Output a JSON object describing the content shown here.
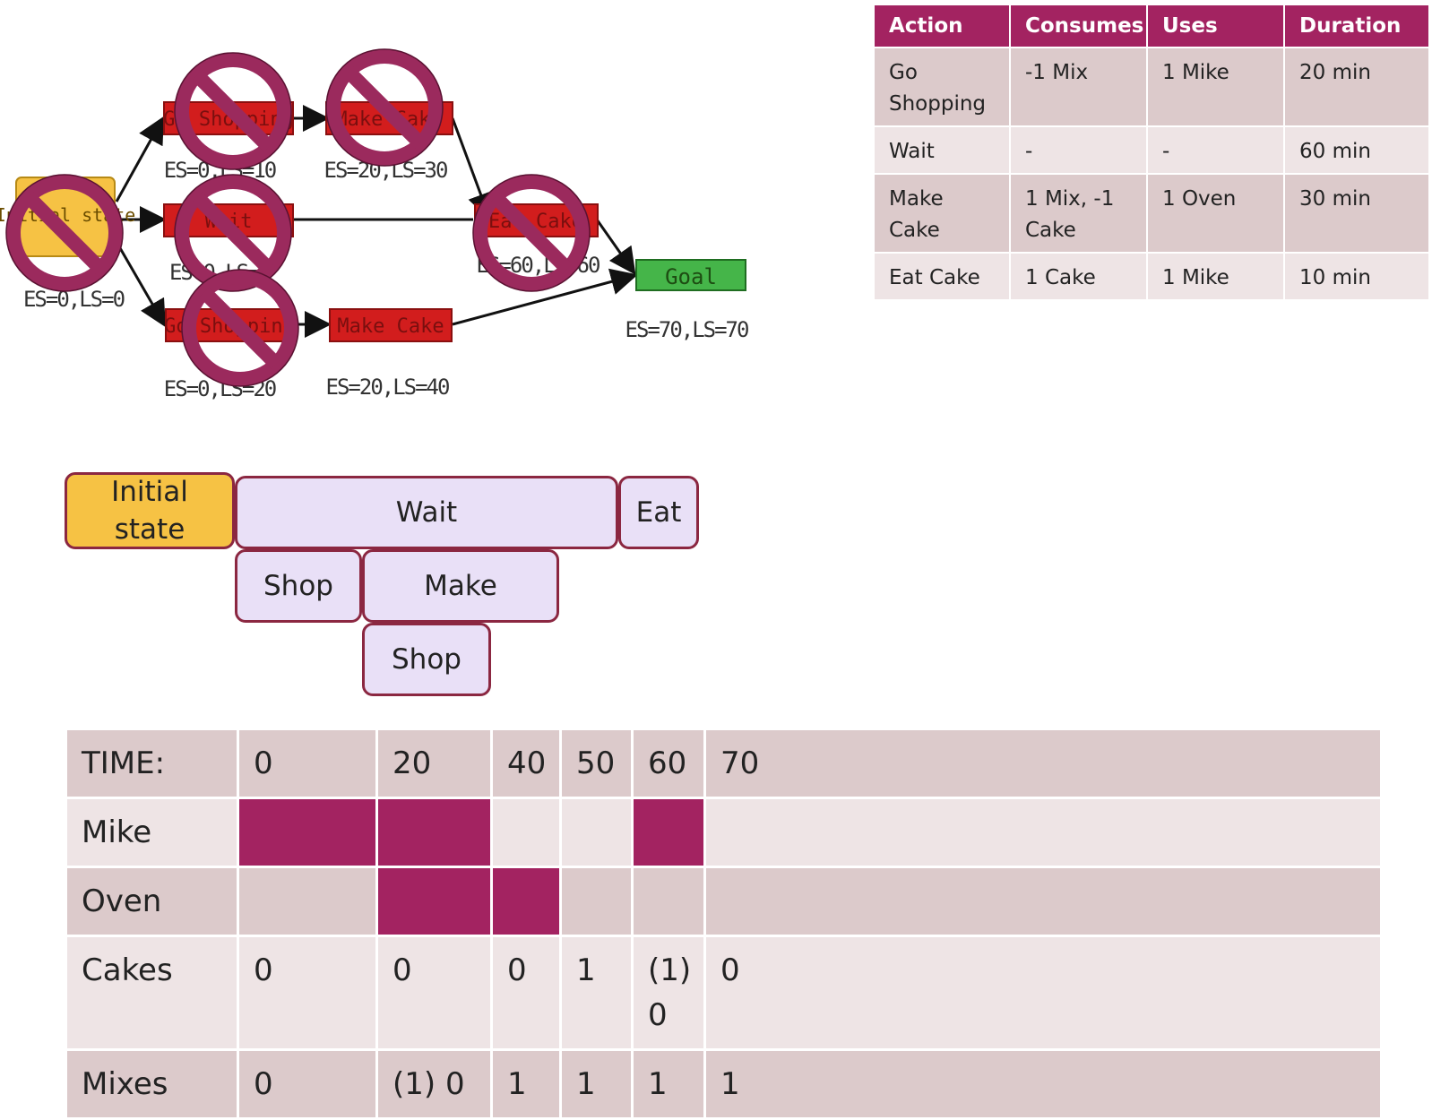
{
  "network": {
    "nodes": {
      "initial": "Initial state",
      "shop_top": "Go Shopping",
      "make_top": "Make Cake",
      "wait": "Wait",
      "eat": "Eat Cake",
      "shop_bottom": "Go Shopping",
      "make_bottom": "Make Cake",
      "goal": "Goal"
    },
    "labels": {
      "initial": "ES=0,LS=0",
      "shop_top": "ES=0,LS=10",
      "make_top": "ES=20,LS=30",
      "wait": "ES=0,LS=0",
      "eat": "ES=60,LS=60",
      "shop_bottom": "ES=0,LS=20",
      "make_bottom": "ES=20,LS=40",
      "goal": "ES=70,LS=70"
    },
    "colors": {
      "action": "#d21d1d",
      "goal": "#45b549",
      "initial": "#f6c244",
      "prohibit": "#9b2a5d"
    },
    "icons": [
      "prohibited-icon"
    ]
  },
  "action_table": {
    "headers": [
      "Action",
      "Consumes",
      "Uses",
      "Duration"
    ],
    "rows": [
      [
        "Go Shopping",
        "-1 Mix",
        "1 Mike",
        "20 min"
      ],
      [
        "Wait",
        "-",
        "-",
        "60 min"
      ],
      [
        "Make Cake",
        "1 Mix, -1 Cake",
        "1 Oven",
        "30 min"
      ],
      [
        "Eat Cake",
        "1 Cake",
        "1 Mike",
        "10 min"
      ]
    ],
    "colors": {
      "header": "#a32361",
      "row_dark": "#dccacb",
      "row_light": "#eee4e5"
    }
  },
  "schedule": {
    "initial": "Initial state",
    "wait": "Wait",
    "eat": "Eat",
    "shop1": "Shop",
    "make": "Make",
    "shop2": "Shop",
    "colors": {
      "box": "#e9e0f7",
      "initial": "#f6c244",
      "border": "#8b2741"
    }
  },
  "timeline": {
    "time_label": "TIME:",
    "times": [
      "0",
      "20",
      "40",
      "50",
      "60",
      "70"
    ],
    "mike_label": "Mike",
    "oven_label": "Oven",
    "cakes_label": "Cakes",
    "cakes": [
      "0",
      "0",
      "0",
      "1",
      "(1) 0",
      "0"
    ],
    "mixes_label": "Mixes",
    "mixes": [
      "0",
      "(1) 0",
      "1",
      "1",
      "1",
      "1"
    ],
    "colors": {
      "busy": "#a32361"
    }
  }
}
